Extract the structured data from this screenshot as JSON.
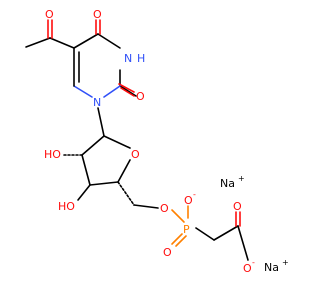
{
  "atoms": {
    "o_acetyl": "O",
    "o_c4": "O",
    "nh": "H",
    "n_h": "N",
    "o_c2": "O",
    "n1": "N",
    "ho_upper": "HO",
    "o_ring": "O",
    "ho_lower": "HO",
    "o_ester": "O",
    "o_minus": "O",
    "p": "P",
    "o_p_double": "O",
    "o_carbonyl": "O",
    "o_carboxylate": "O",
    "na1": "Na",
    "na2": "Na"
  },
  "charges": {
    "na1": "+",
    "na2": "+",
    "o_minus": "-",
    "o_carboxylate": "-"
  },
  "colors": {
    "carbon": "#000000",
    "oxygen": "#ff0d0d",
    "nitrogen": "#3050f8",
    "phosphorus": "#ff8000",
    "sodium": "#000000"
  }
}
